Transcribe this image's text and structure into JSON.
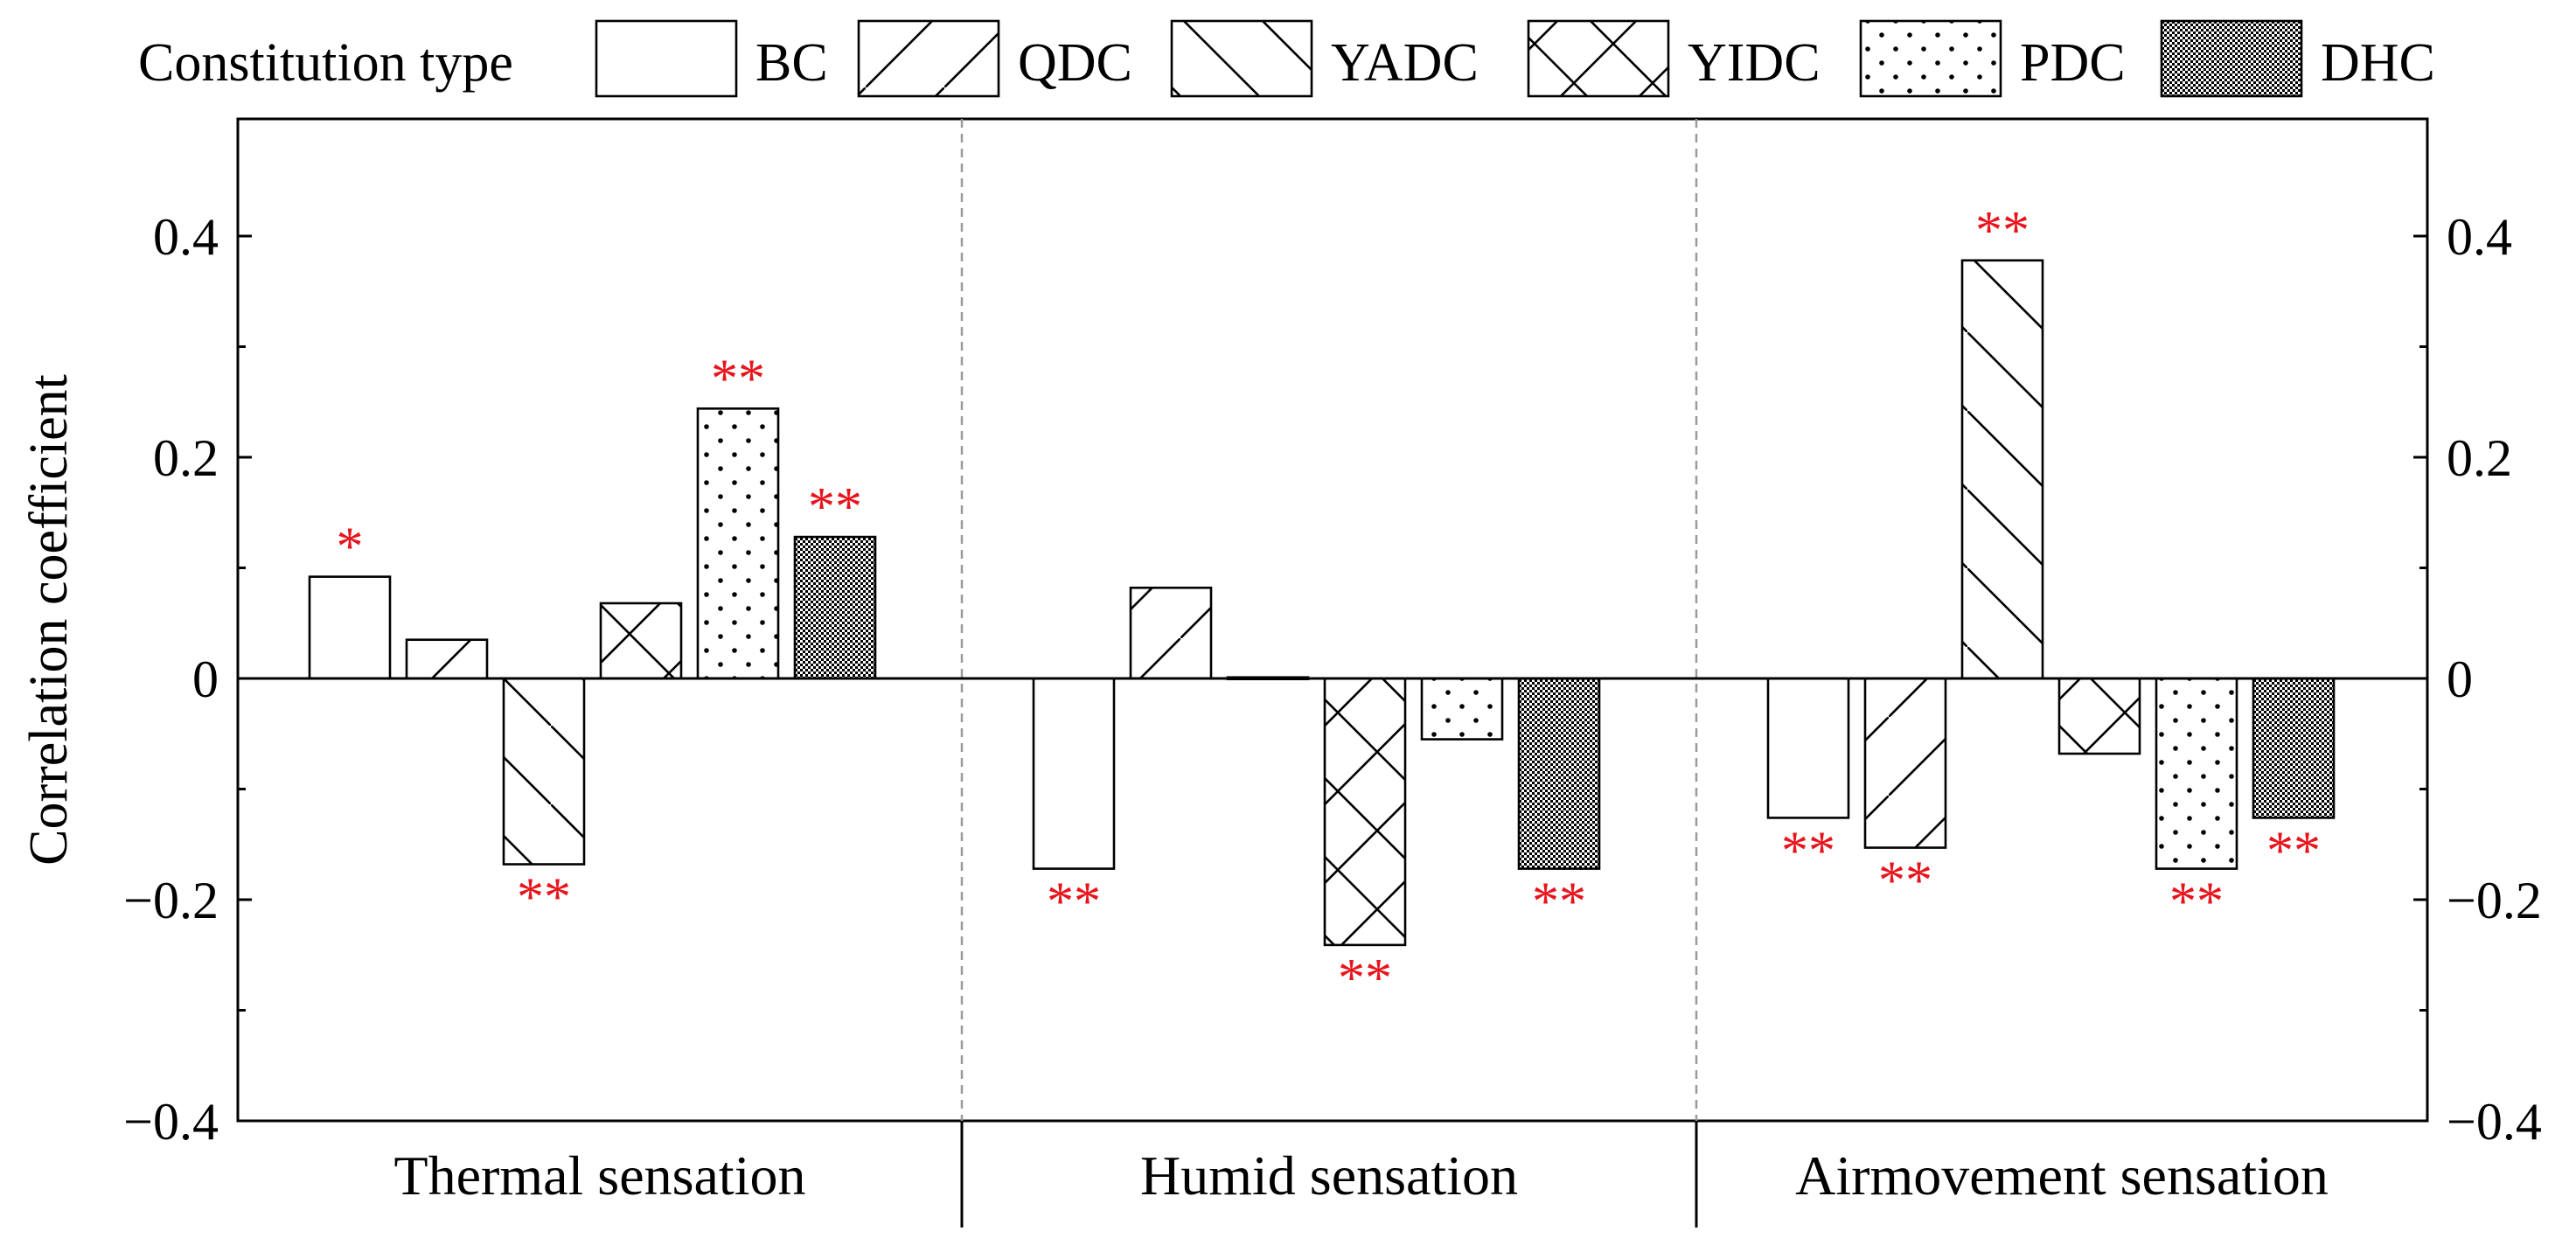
{
  "chart_data": {
    "type": "bar",
    "ylabel": "Correlation coefficient",
    "ylim": [
      -0.4,
      0.5
    ],
    "y_ticks": [
      {
        "value": 0.4,
        "label": "0.4"
      },
      {
        "value": 0.2,
        "label": "0.2"
      },
      {
        "value": 0,
        "label": "0"
      },
      {
        "value": -0.2,
        "label": "−0.2"
      },
      {
        "value": -0.4,
        "label": "−0.4"
      }
    ],
    "legend": {
      "title": "Constitution type",
      "placement": "top"
    },
    "significance_color": "#e8141c",
    "categories": [
      "Thermal sensation",
      "Humid sensation",
      "Airmovement sensation"
    ],
    "series": [
      {
        "name": "BC",
        "pattern": "none",
        "values": [
          0.092,
          -0.172,
          -0.126
        ],
        "significance": [
          "*",
          "**",
          "**"
        ]
      },
      {
        "name": "QDC",
        "pattern": "forward-hatch",
        "values": [
          0.035,
          0.082,
          -0.153
        ],
        "significance": [
          "",
          "",
          "**"
        ]
      },
      {
        "name": "YADC",
        "pattern": "backward-hatch",
        "values": [
          -0.168,
          0.001,
          0.378
        ],
        "significance": [
          "**",
          "",
          "**"
        ]
      },
      {
        "name": "YIDC",
        "pattern": "cross-hatch",
        "values": [
          0.068,
          -0.241,
          -0.068
        ],
        "significance": [
          "",
          "**",
          ""
        ]
      },
      {
        "name": "PDC",
        "pattern": "dots",
        "values": [
          0.244,
          -0.055,
          -0.172
        ],
        "significance": [
          "**",
          "",
          "**"
        ]
      },
      {
        "name": "DHC",
        "pattern": "dense-checker",
        "values": [
          0.128,
          -0.172,
          -0.126
        ],
        "significance": [
          "**",
          "**",
          "**"
        ]
      }
    ]
  }
}
